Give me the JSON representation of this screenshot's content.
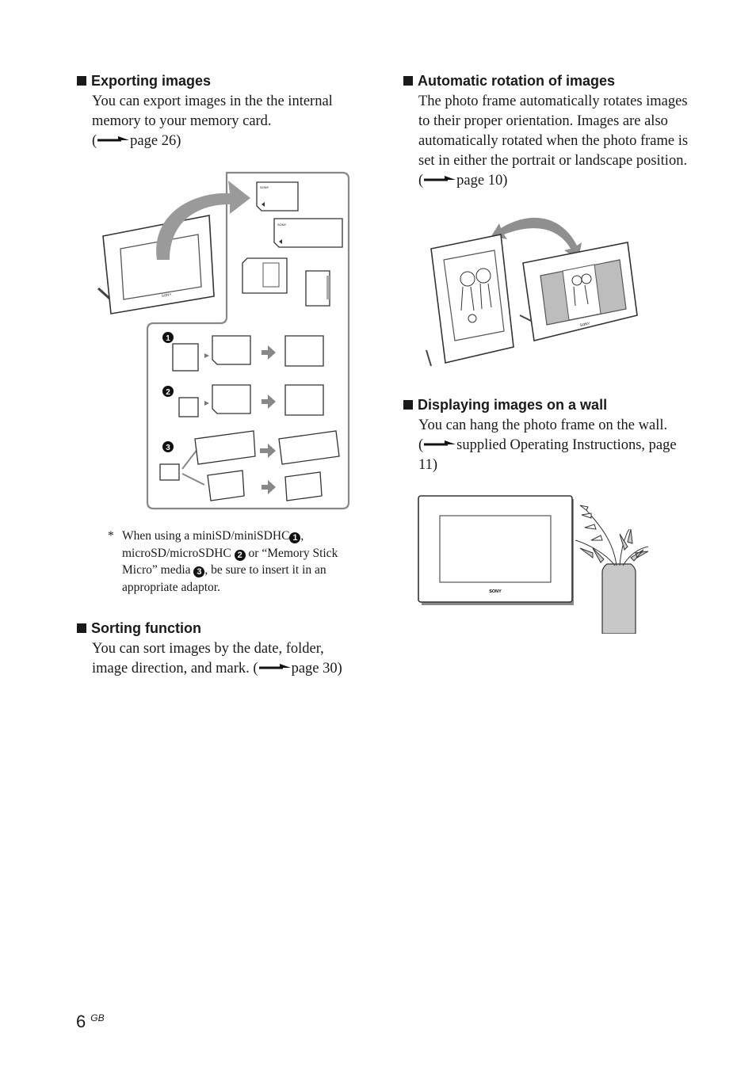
{
  "sections": {
    "exporting": {
      "title": "Exporting images",
      "text": "You can export images in the the internal memory to your memory card.",
      "ref_open": "(",
      "ref": "page 26)"
    },
    "note": {
      "marker": "*",
      "part1": "When using a miniSD/miniSDHC",
      "num1": "1",
      "part2": ", microSD/microSDHC ",
      "num2": "2",
      "part3": " or “Memory Stick Micro” media ",
      "num3": "3",
      "part4": ", be sure to insert it in an appropriate adaptor."
    },
    "sorting": {
      "title": "Sorting function",
      "text": "You can sort images by the date, folder, image direction, and mark. (",
      "ref": "page 30)"
    },
    "rotation": {
      "title": "Automatic rotation of images",
      "text": "The photo frame automatically rotates images to their proper orientation. Images are also automatically rotated when the photo frame is set in either the portrait or landscape position. (",
      "ref": "page 10)"
    },
    "wall": {
      "title": "Displaying images on a wall",
      "text": "You can hang the photo frame on the wall.",
      "ref_open": "(",
      "ref": "supplied Operating Instructions, page 11)"
    }
  },
  "figures": {
    "brand_label": "SONY",
    "step_labels": [
      "1",
      "2",
      "3"
    ]
  },
  "footer": {
    "page_number": "6",
    "lang": "GB"
  },
  "icons": [
    "reference-arrow-icon",
    "numbered-circle-icon"
  ]
}
